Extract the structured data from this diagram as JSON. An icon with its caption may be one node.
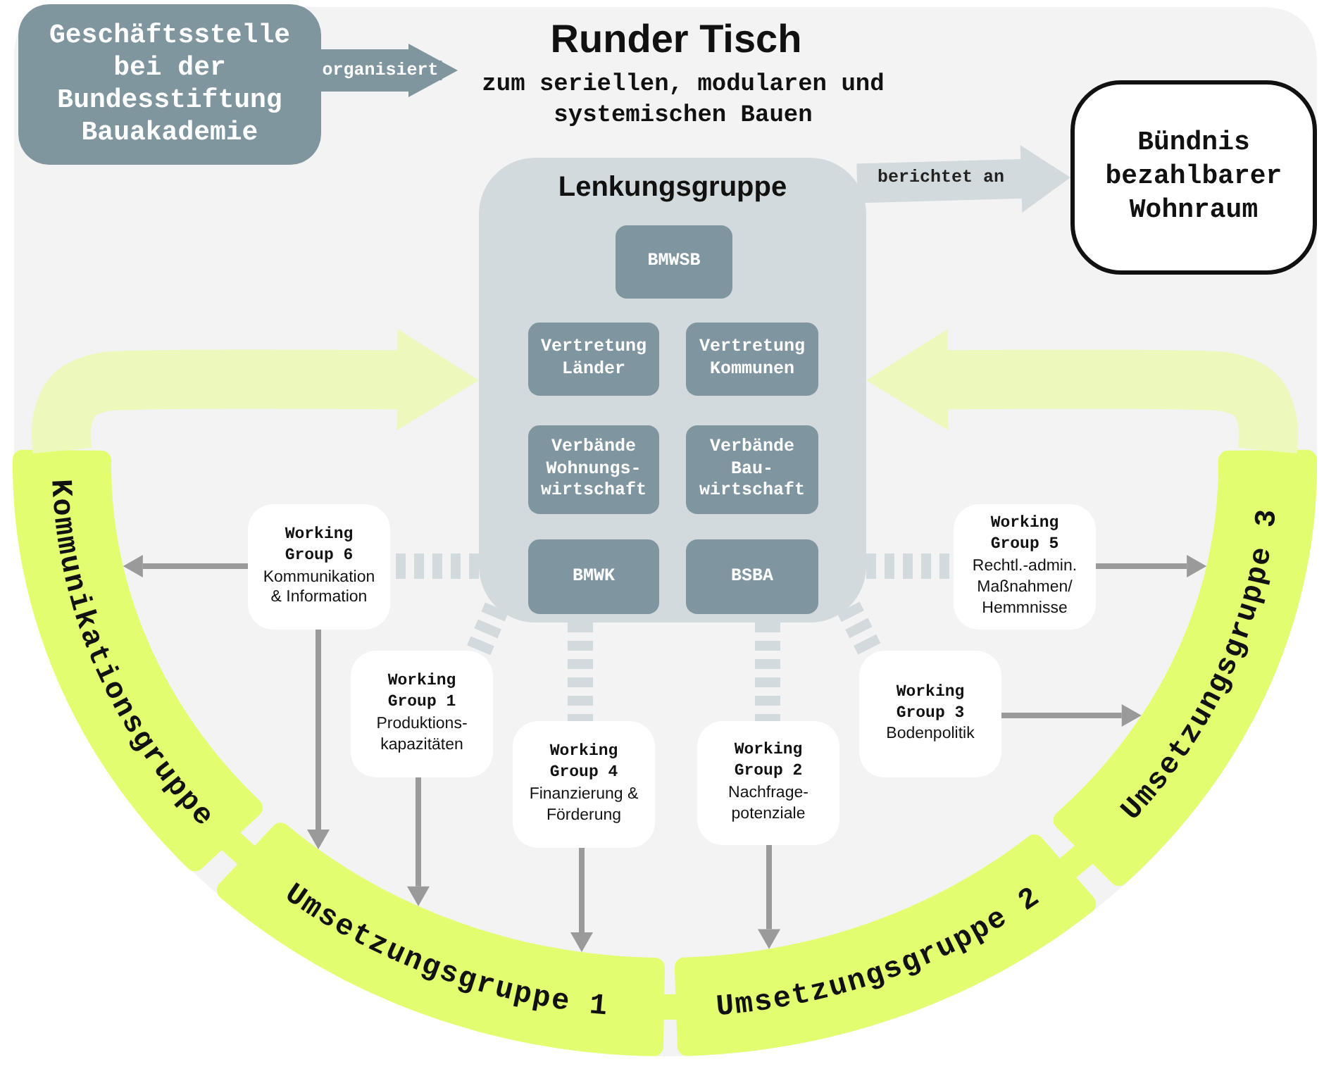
{
  "diagram": {
    "title": "Runder Tisch",
    "nodes": [
      {
        "text": [
          "Geschäftsstelle bei der Bundesstiftung Bauakademie"
        ]
      },
      {
        "text": [
          "Lenkungsgruppe"
        ]
      },
      {
        "text": [
          "BMWSB"
        ],
        "in": 1
      },
      {
        "text": [
          "Vertretung Länder"
        ],
        "in": 1
      },
      {
        "text": [
          "Vertretung Kommunen"
        ],
        "in": 1
      },
      {
        "text": [
          "Verbände Wohnungs- wirtschaft"
        ],
        "in": 1
      },
      {
        "text": [
          "Verbände Bau- wirtschaft"
        ],
        "in": 1
      },
      {
        "text": [
          "BMWK"
        ],
        "in": 1
      },
      {
        "text": [
          "BSBA"
        ],
        "in": 1
      },
      {
        "text": [
          "Bündnis bezahlbarer Wohnraum"
        ]
      },
      {
        "text": [
          "Working Group 6",
          "Kommunikation & Information"
        ]
      },
      {
        "text": [
          "Working Group 1",
          "Produktions- kapazitäten"
        ]
      },
      {
        "text": [
          "Working Group 4",
          "Finanzierung & Förderung"
        ]
      },
      {
        "text": [
          "Working Group 2",
          "Nachfrage- potenziale"
        ]
      },
      {
        "text": [
          "Working Group 3",
          "Bodenpolitik"
        ]
      },
      {
        "text": [
          "Working Group 5",
          "Rechtl.-admin. Maßnahmen/ Hemmnisse"
        ]
      },
      {
        "text": [
          "Kommunikationsgruppe"
        ]
      },
      {
        "text": [
          "Umsetzungsgruppe 1"
        ]
      },
      {
        "text": [
          "Umsetzungsgruppe 2"
        ]
      },
      {
        "text": [
          "Umsetzungsgruppe 3"
        ]
      }
    ],
    "edges": [
      {
        "from": 0,
        "to": null,
        "arrow": "to",
        "label": "organisiert",
        "style": "thick",
        "color": "#7f969f"
      },
      {
        "from": 1,
        "to": 9,
        "arrow": "to",
        "label": "berichtet an",
        "style": "thick",
        "color": "#d3dadd"
      },
      {
        "from": 16,
        "to": 1,
        "arrow": "to",
        "style": "thick",
        "color": "#ecf8bc"
      },
      {
        "from": 19,
        "to": 1,
        "arrow": "to",
        "style": "thick",
        "color": "#ecf8bc"
      },
      {
        "from": 1,
        "to": 10,
        "arrow": "none",
        "style": "dashed",
        "color": "#d3dadd"
      },
      {
        "from": 1,
        "to": 11,
        "arrow": "none",
        "style": "dashed",
        "color": "#d3dadd"
      },
      {
        "from": 1,
        "to": 12,
        "arrow": "none",
        "style": "dashed",
        "color": "#d3dadd"
      },
      {
        "from": 1,
        "to": 13,
        "arrow": "none",
        "style": "dashed",
        "color": "#d3dadd"
      },
      {
        "from": 1,
        "to": 14,
        "arrow": "none",
        "style": "dashed",
        "color": "#d3dadd"
      },
      {
        "from": 1,
        "to": 15,
        "arrow": "none",
        "style": "dashed",
        "color": "#d3dadd"
      },
      {
        "from": 10,
        "to": 16,
        "arrow": "to"
      },
      {
        "from": 10,
        "to": 17,
        "arrow": "to"
      },
      {
        "from": 11,
        "to": 17,
        "arrow": "to"
      },
      {
        "from": 12,
        "to": 17,
        "arrow": "to"
      },
      {
        "from": 13,
        "to": 18,
        "arrow": "to"
      },
      {
        "from": 14,
        "to": 19,
        "arrow": "to"
      },
      {
        "from": 15,
        "to": 19,
        "arrow": "to"
      }
    ],
    "labels": [
      "zum seriellen, modularen und systemischen Bauen"
    ]
  }
}
